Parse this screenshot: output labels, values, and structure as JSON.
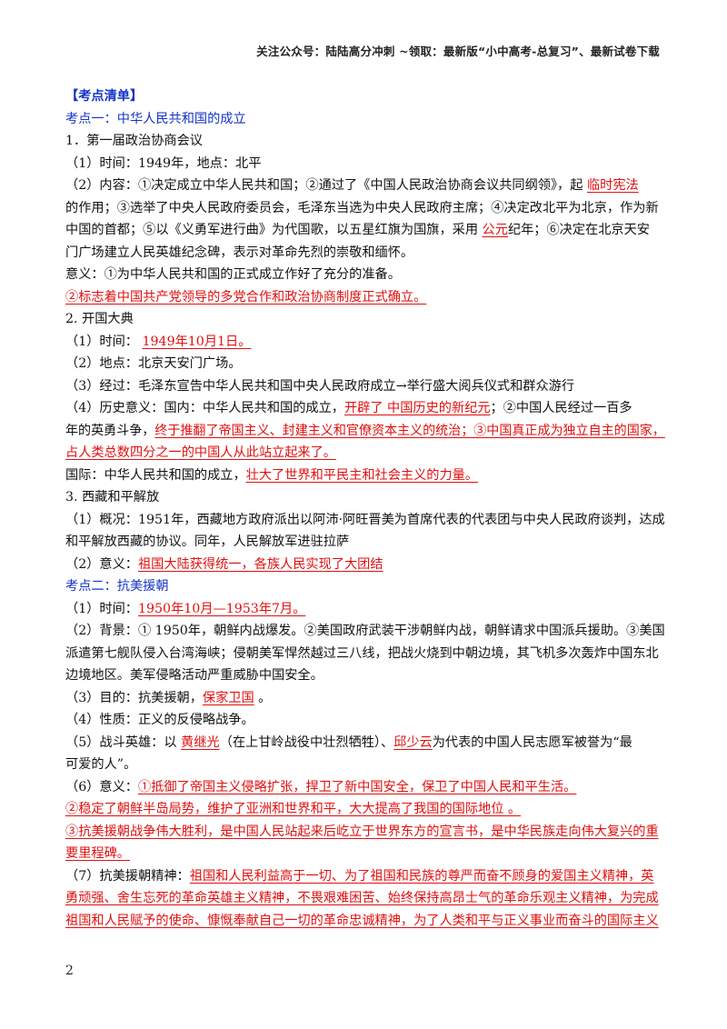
{
  "header": "关注公众号：陆陆高分冲刺 ~领取：最新版“小中高考-总复习”、最新试卷下载",
  "page_number": "2",
  "colors": {
    "heading": "#1535c8",
    "answer": "#e01010",
    "text": "#111111"
  },
  "lines": [
    [
      {
        "t": "【考点清单】",
        "c": "title"
      }
    ],
    [
      {
        "t": "考点一：中华人民共和国的成立",
        "c": "kd"
      }
    ],
    [
      {
        "t": "1．第一届政治协商会议"
      }
    ],
    [
      {
        "t": "（1）时间：1949年，地点：北平"
      }
    ],
    [
      {
        "t": "（2）内容：①决定成立中华人民共和国；②通过了《中国人民政治协商会议共同纲领》，起 "
      },
      {
        "t": "临时宪法",
        "c": "r"
      }
    ],
    [
      {
        "t": "的作用；③选举了中央人民政府委员会，毛泽东当选为中央人民政府主席；④决定改北平为北京，作为新"
      }
    ],
    [
      {
        "t": "中国的首都；⑤以《义勇军进行曲》为代国歌，以五星红旗为国旗，采用 "
      },
      {
        "t": "公元",
        "c": "r"
      },
      {
        "t": "纪年；⑥决定在北京天安"
      }
    ],
    [
      {
        "t": "门广场建立人民英雄纪念碑，表示对革命先烈的崇敬和缅怀。"
      }
    ],
    [
      {
        "t": "意义：①为中华人民共和国的正式成立作好了充分的准备。"
      }
    ],
    [
      {
        "t": "②标志着中国共产党领导的多党合作和政治协商制度正式确立。",
        "c": "r"
      }
    ],
    [
      {
        "t": "2. 开国大典"
      }
    ],
    [
      {
        "t": "（1）时间： "
      },
      {
        "t": "1949年10月1日。  ",
        "c": "r"
      }
    ],
    [
      {
        "t": "（2）地点：北京天安门广场。"
      }
    ],
    [
      {
        "t": "（3）经过：毛泽东宣告中华人民共和国中央人民政府成立→举行盛大阅兵仪式和群众游行"
      }
    ],
    [
      {
        "t": "（4）历史意义：国内：中华人民共和国的成立，"
      },
      {
        "t": "开辟了 中国历史的新纪元",
        "c": "r"
      },
      {
        "t": "；②中国人民经过一百多"
      }
    ],
    [
      {
        "t": "年的英勇斗争，"
      },
      {
        "t": "终于推翻了帝国主义、封建主义和官僚资本主义的统治；③中国真正成为独立自主的国家，",
        "c": "r"
      }
    ],
    [
      {
        "t": "占人类总数四分之一的中国人从此站立起来了。",
        "c": "r"
      }
    ],
    [
      {
        "t": "国际：中华人民共和国的成立，"
      },
      {
        "t": "壮大了世界和平民主和社会主义的力量。",
        "c": "r"
      }
    ],
    [
      {
        "t": "3. 西藏和平解放"
      }
    ],
    [
      {
        "t": "（1）概况：1951年，西藏地方政府派出以阿沛·阿旺晋美为首席代表的代表团与中央人民政府谈判，达成"
      }
    ],
    [
      {
        "t": "和平解放西藏的协议。同年，人民解放军进驻拉萨"
      }
    ],
    [
      {
        "t": "（2）意义："
      },
      {
        "t": "祖国大陆获得统一，各族人民实现了大团结",
        "c": "r"
      }
    ],
    [
      {
        "t": "考点二：抗美援朝",
        "c": "kd"
      }
    ],
    [
      {
        "t": "（1）时间："
      },
      {
        "t": "1950年10月—1953年7月。",
        "c": "r"
      }
    ],
    [
      {
        "t": "（2）背景：① 1950年，朝鲜内战爆发。②美国政府武装干涉朝鲜内战，朝鲜请求中国派兵援助。③美国"
      }
    ],
    [
      {
        "t": "派遣第七舰队侵入台湾海峡；侵朝美军悍然越过三八线，把战火烧到中朝边境，其飞机多次轰炸中国东北"
      }
    ],
    [
      {
        "t": "边境地区。美军侵略活动严重威胁中国安全。"
      }
    ],
    [
      {
        "t": "（3）目的：抗美援朝，"
      },
      {
        "t": "保家卫国",
        "c": "r"
      },
      {
        "t": "  。"
      }
    ],
    [
      {
        "t": "（4）性质：正义的反侵略战争。"
      }
    ],
    [
      {
        "t": "（5）战斗英雄：以 "
      },
      {
        "t": "黄继光",
        "c": "r"
      },
      {
        "t": "（在上甘岭战役中壮烈牺牲）、"
      },
      {
        "t": "邱少云",
        "c": "r"
      },
      {
        "t": "为代表的中国人民志愿军被誉为“最"
      }
    ],
    [
      {
        "t": "可爱的人”。"
      }
    ],
    [
      {
        "t": "（6）意义："
      },
      {
        "t": "①抵御了帝国主义侵略扩张，捍卫了新中国安全，保卫了中国人民和平生活。",
        "c": "r"
      }
    ],
    [
      {
        "t": "②稳定了朝鲜半岛局势，维护了亚洲和世界和平，大大提高了我国的国际地位 。",
        "c": "r"
      }
    ],
    [
      {
        "t": "③抗美援朝战争伟大胜利，是中国人民站起来后屹立于世界东方的宣言书，是中华民族走向伟大复兴的重",
        "c": "r"
      }
    ],
    [
      {
        "t": "要里程碑。",
        "c": "r"
      }
    ],
    [
      {
        "t": "（7）抗美援朝精神："
      },
      {
        "t": "祖国和人民利益高于一切、为了祖国和民族的尊严而奋不顾身的爱国主义精神，英",
        "c": "r"
      }
    ],
    [
      {
        "t": "勇顽强、舍生忘死的革命英雄主义精神，不畏艰难困苦、始终保持高昂士气的革命乐观主义精神，为完成",
        "c": "r"
      }
    ],
    [
      {
        "t": "祖国和人民赋予的使命、慷慨奉献自己一切的革命忠诚精神，为了人类和平与正义事业而奋斗的国际主义",
        "c": "r"
      }
    ]
  ]
}
